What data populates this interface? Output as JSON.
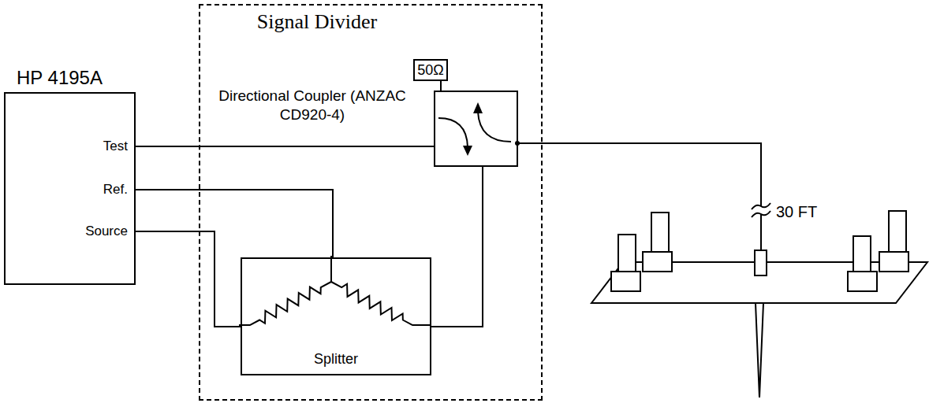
{
  "diagram": {
    "nodes": [
      {
        "text": [
          "HP 4195A",
          "Test",
          "Ref.",
          "Source"
        ]
      },
      {
        "text": [
          "Signal Divider"
        ]
      },
      {
        "text": [
          "50Ω"
        ],
        "in": 1
      },
      {
        "text": [
          "Directional Coupler (ANZAC CD920-4)"
        ],
        "in": 1
      },
      {
        "text": [
          "Splitter"
        ],
        "in": 1
      }
    ],
    "edges": [
      {
        "from": 0,
        "to": 3,
        "arrow": "none"
      },
      {
        "from": 0,
        "to": 4,
        "arrow": "none"
      },
      {
        "from": 0,
        "to": 4,
        "arrow": "none"
      },
      {
        "from": 3,
        "to": 2,
        "arrow": "none"
      },
      {
        "from": 3,
        "to": 4,
        "arrow": "none"
      }
    ],
    "labels": [
      "30 FT"
    ]
  }
}
